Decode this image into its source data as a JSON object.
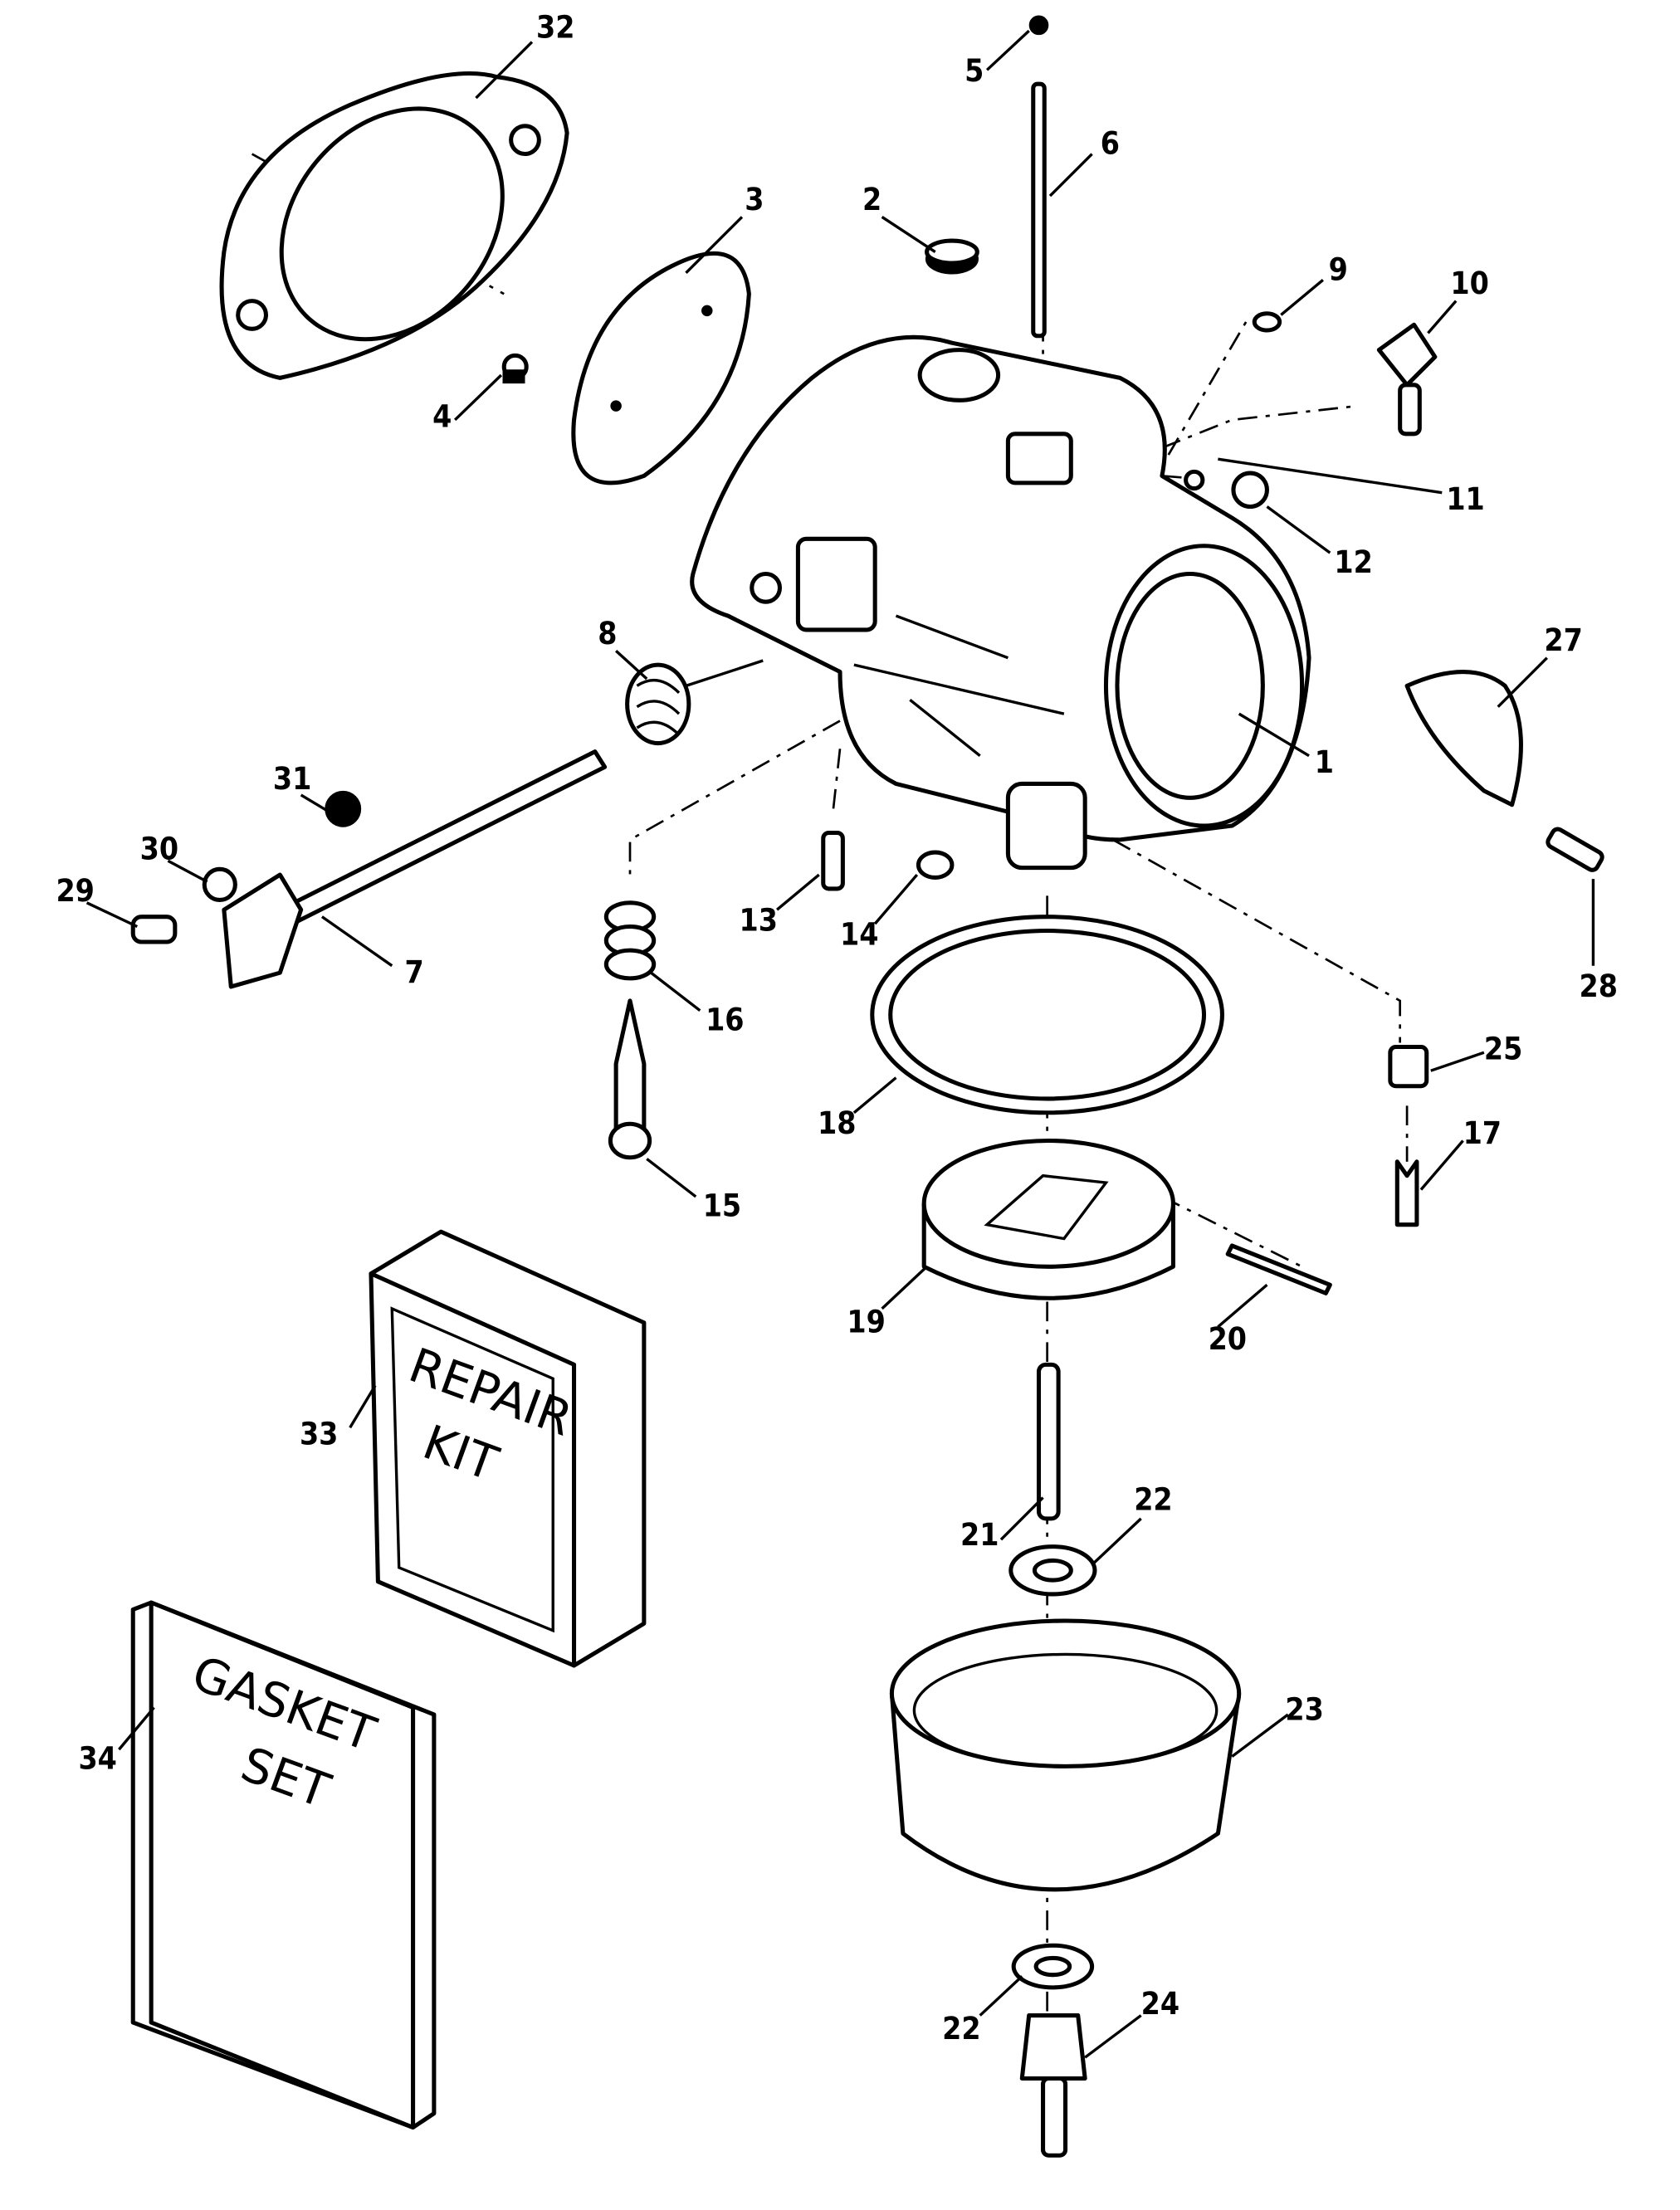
{
  "callouts": [
    "32",
    "3",
    "2",
    "5",
    "6",
    "9",
    "10",
    "4",
    "11",
    "12",
    "8",
    "27",
    "1",
    "31",
    "30",
    "29",
    "7",
    "13",
    "14",
    "28",
    "16",
    "25",
    "18",
    "17",
    "15",
    "19",
    "20",
    "33",
    "21",
    "22",
    "23",
    "34",
    "22",
    "24"
  ],
  "repair_kit": {
    "line1": "REPAIR",
    "line2": "KIT"
  },
  "gasket_set": {
    "line1": "GASKET",
    "line2": "SET"
  }
}
